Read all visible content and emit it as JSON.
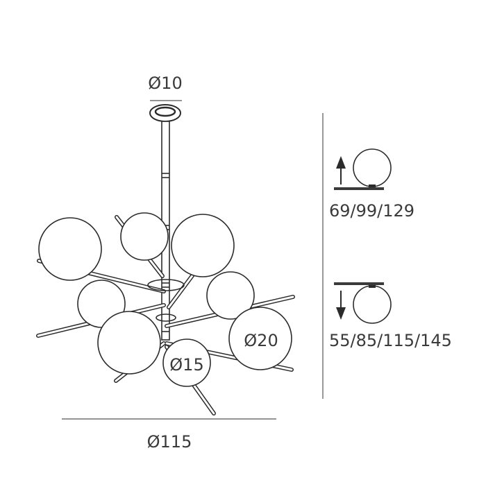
{
  "labels": {
    "canopy_diameter": "Ø10",
    "overall_diameter": "Ø115",
    "small_globe_diameter": "Ø15",
    "large_globe_diameter": "Ø20",
    "upward_heights": "69/99/129",
    "downward_heights": "55/85/115/145"
  },
  "icons": {
    "up": "up-arrow-icon",
    "down": "down-arrow-icon"
  },
  "colors": {
    "line": "#2b2b2b",
    "text": "#3a3a3a",
    "dimension": "#555555"
  }
}
